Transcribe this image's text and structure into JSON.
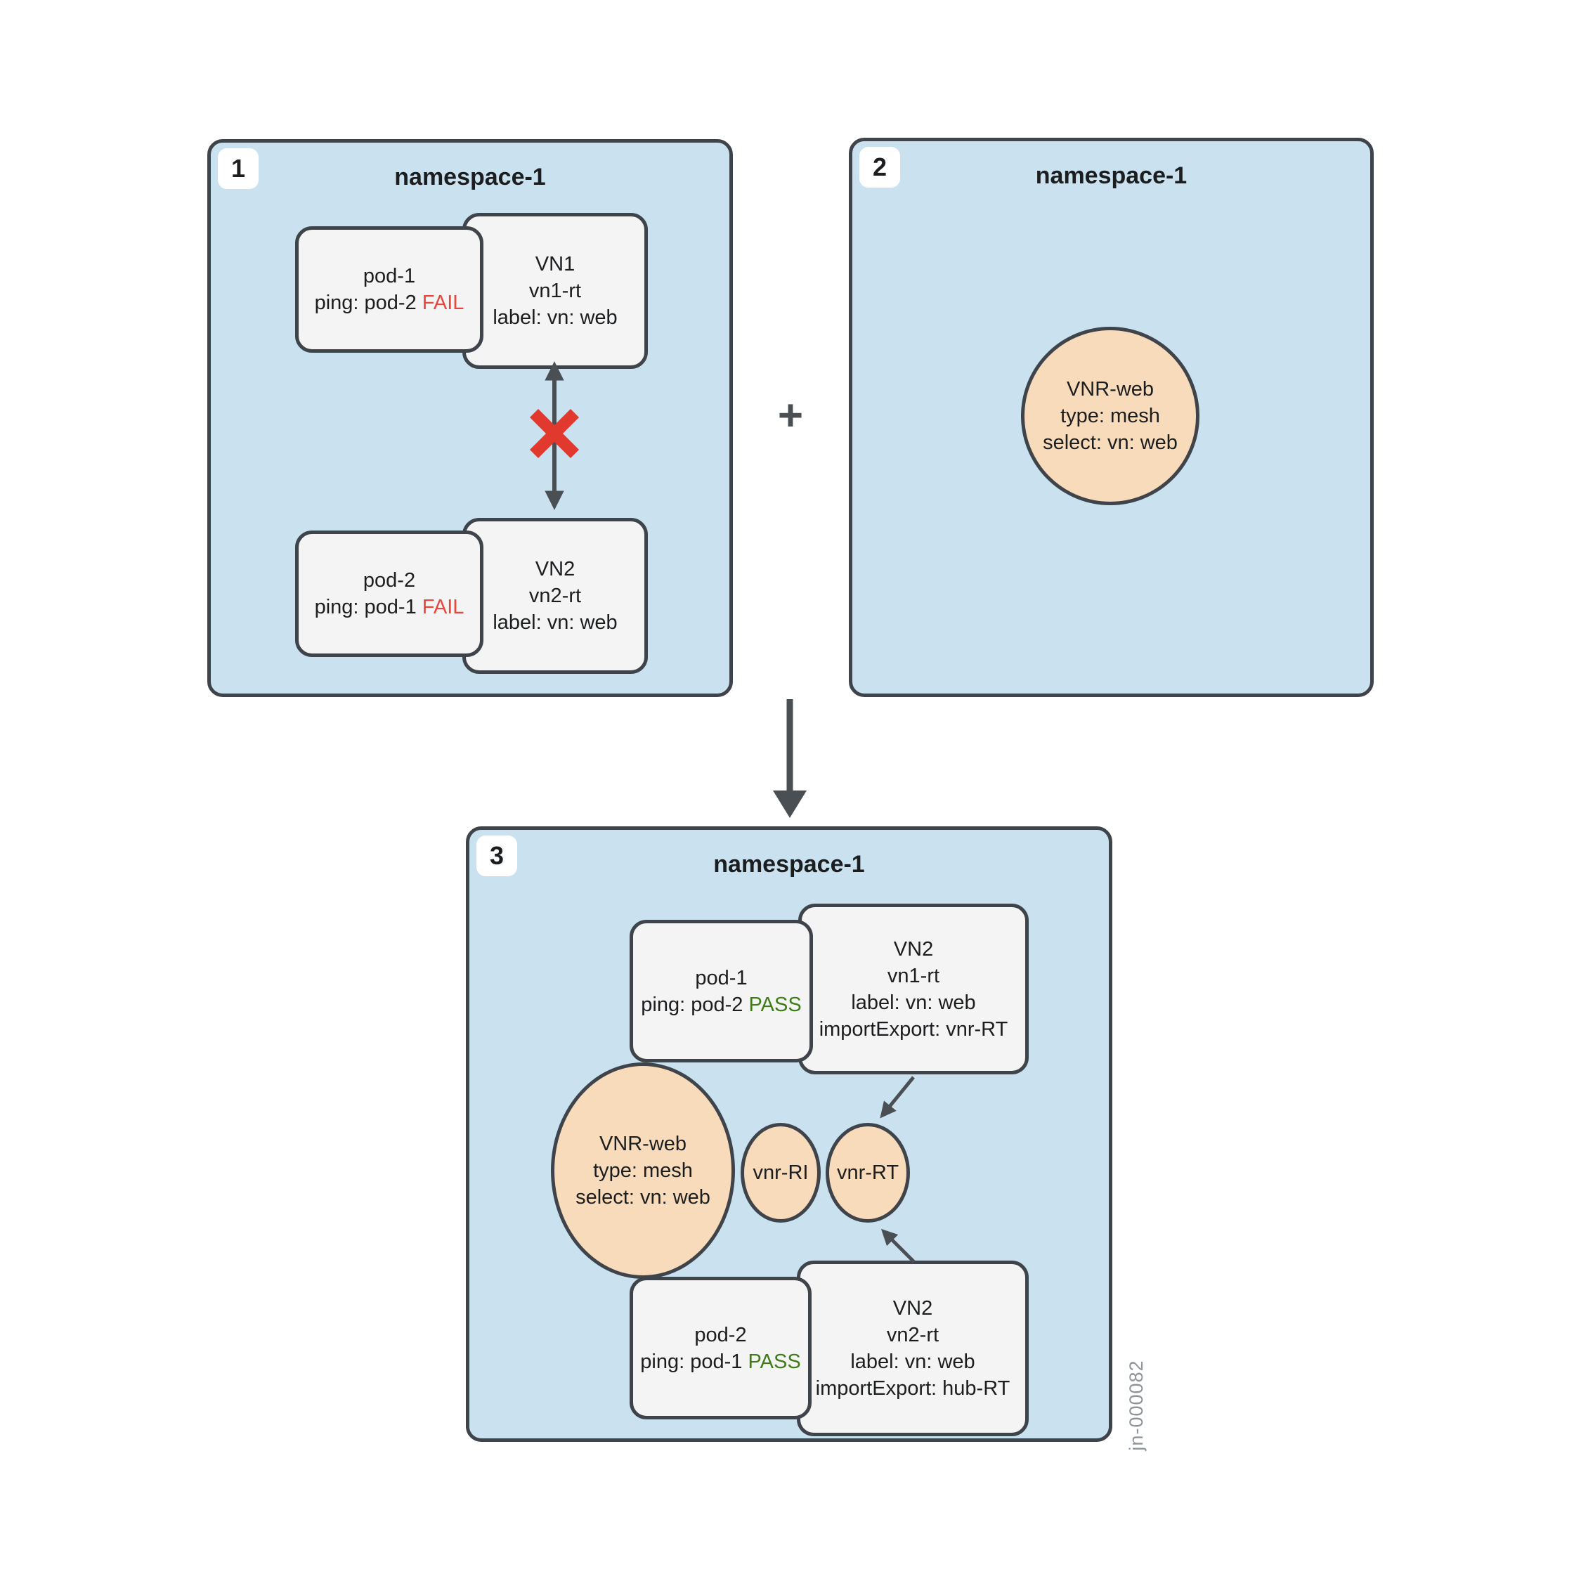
{
  "colors": {
    "panel_fill": "#cae2f0",
    "panel_border": "#3f444a",
    "node_fill": "#f4f4f4",
    "circle_fill": "#f8dbba",
    "fail_text": "#e8473d",
    "pass_text": "#3f7d19",
    "cross": "#e2392e",
    "arrow": "#4a4f54",
    "watermark": "#8f9499"
  },
  "step1": {
    "badge": "1",
    "title": "namespace-1",
    "pod1": {
      "name": "pod-1",
      "ping_prefix": "ping: pod-2 ",
      "ping_status": "FAIL"
    },
    "vn1": {
      "name": "VN1",
      "rt": "vn1-rt",
      "label": "label: vn: web"
    },
    "pod2": {
      "name": "pod-2",
      "ping_prefix": "ping: pod-1 ",
      "ping_status": "FAIL"
    },
    "vn2": {
      "name": "VN2",
      "rt": "vn2-rt",
      "label": "label: vn: web"
    }
  },
  "plus_sign": "+",
  "step2": {
    "badge": "2",
    "title": "namespace-1",
    "vnr": {
      "name": "VNR-web",
      "type": "type: mesh",
      "select": "select: vn: web"
    }
  },
  "step3": {
    "badge": "3",
    "title": "namespace-1",
    "pod1": {
      "name": "pod-1",
      "ping_prefix": "ping: pod-2 ",
      "ping_status": "PASS"
    },
    "vn1": {
      "name": "VN2",
      "rt": "vn1-rt",
      "label": "label: vn: web",
      "import_export": "importExport: vnr-RT"
    },
    "vnr": {
      "name": "VNR-web",
      "type": "type: mesh",
      "select": "select: vn: web"
    },
    "vnr_ri": "vnr-RI",
    "vnr_rt": "vnr-RT",
    "pod2": {
      "name": "pod-2",
      "ping_prefix": "ping: pod-1 ",
      "ping_status": "PASS"
    },
    "vn2": {
      "name": "VN2",
      "rt": "vn2-rt",
      "label": "label: vn: web",
      "import_export": "importExport: hub-RT"
    }
  },
  "watermark": "jn-000082"
}
